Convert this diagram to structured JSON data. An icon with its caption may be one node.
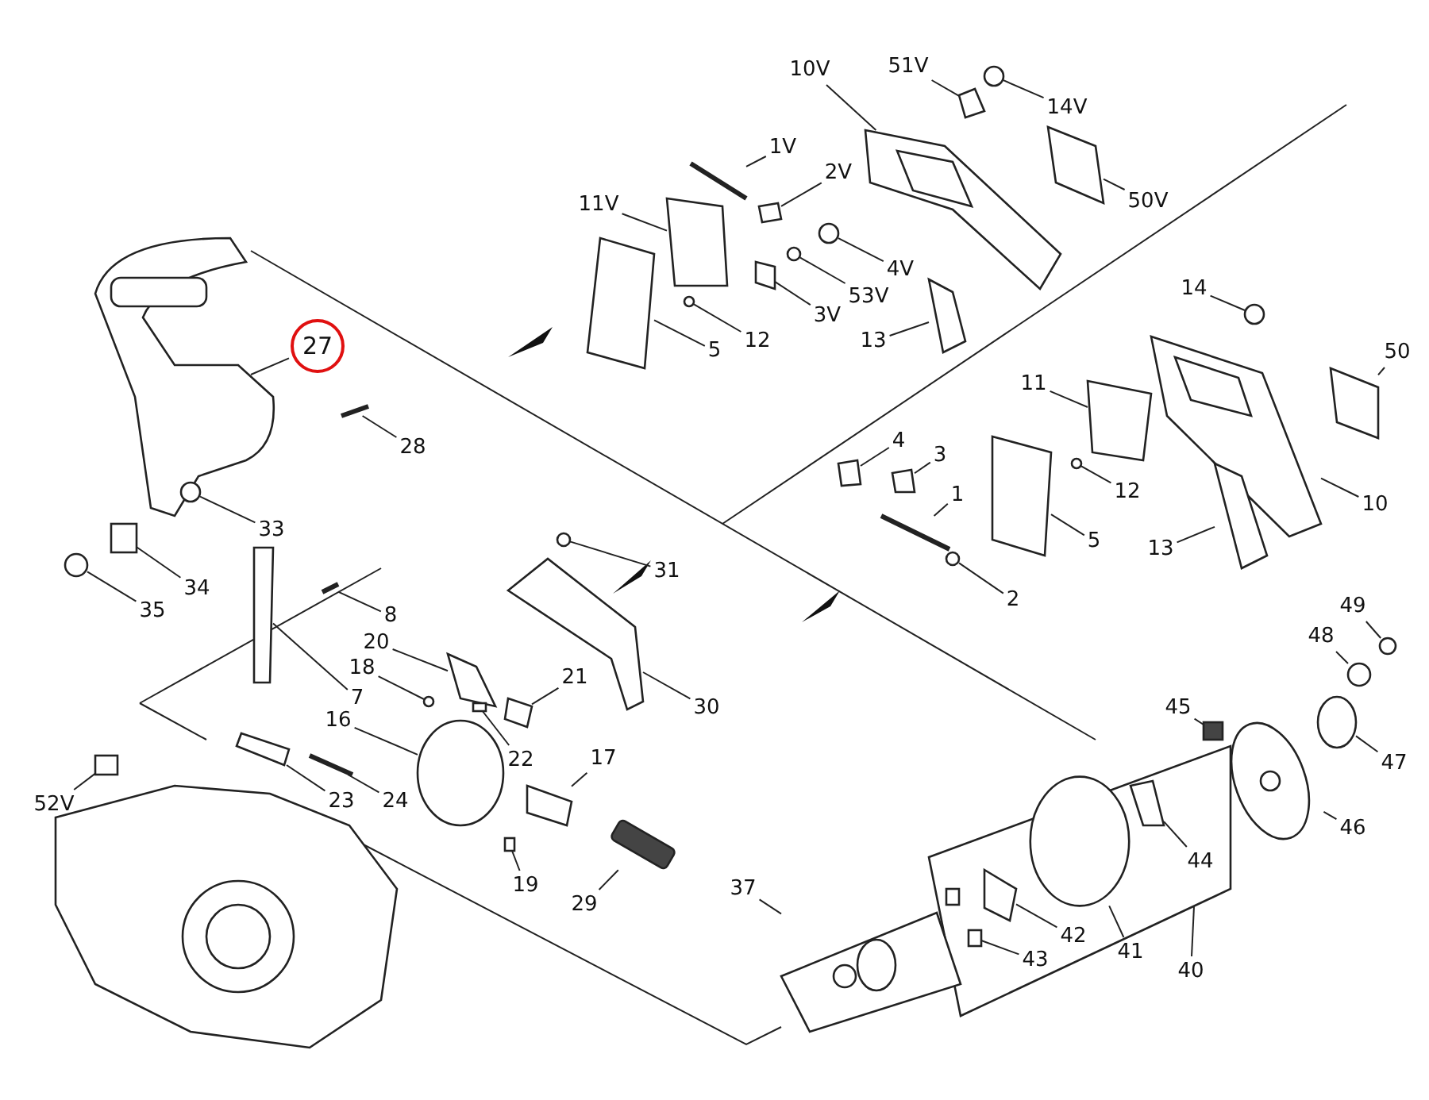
{
  "diagram": {
    "nodes": [
      {
        "text": [
          "51V"
        ]
      },
      {
        "text": [
          "10V"
        ]
      },
      {
        "text": [
          "14V"
        ]
      },
      {
        "text": [
          "1V"
        ]
      },
      {
        "text": [
          "2V"
        ]
      },
      {
        "text": [
          "50V"
        ]
      },
      {
        "text": [
          "11V"
        ]
      },
      {
        "text": [
          "4V"
        ]
      },
      {
        "text": [
          "53V"
        ]
      },
      {
        "text": [
          "3V"
        ]
      },
      {
        "text": [
          "12"
        ]
      },
      {
        "text": [
          "5"
        ]
      },
      {
        "text": [
          "13"
        ]
      },
      {
        "text": [
          "27"
        ]
      },
      {
        "text": [
          "28"
        ]
      },
      {
        "text": [
          "14"
        ]
      },
      {
        "text": [
          "50"
        ]
      },
      {
        "text": [
          "11"
        ]
      },
      {
        "text": [
          "4"
        ]
      },
      {
        "text": [
          "3"
        ]
      },
      {
        "text": [
          "1"
        ]
      },
      {
        "text": [
          "12"
        ]
      },
      {
        "text": [
          "10"
        ]
      },
      {
        "text": [
          "5"
        ]
      },
      {
        "text": [
          "13"
        ]
      },
      {
        "text": [
          "2"
        ]
      },
      {
        "text": [
          "33"
        ]
      },
      {
        "text": [
          "34"
        ]
      },
      {
        "text": [
          "35"
        ]
      },
      {
        "text": [
          "8"
        ]
      },
      {
        "text": [
          "31"
        ]
      },
      {
        "text": [
          "20"
        ]
      },
      {
        "text": [
          "18"
        ]
      },
      {
        "text": [
          "21"
        ]
      },
      {
        "text": [
          "7"
        ]
      },
      {
        "text": [
          "30"
        ]
      },
      {
        "text": [
          "16"
        ]
      },
      {
        "text": [
          "22"
        ]
      },
      {
        "text": [
          "17"
        ]
      },
      {
        "text": [
          "23"
        ]
      },
      {
        "text": [
          "24"
        ]
      },
      {
        "text": [
          "52V"
        ]
      },
      {
        "text": [
          "19"
        ]
      },
      {
        "text": [
          "29"
        ]
      },
      {
        "text": [
          "49"
        ]
      },
      {
        "text": [
          "48"
        ]
      },
      {
        "text": [
          "47"
        ]
      },
      {
        "text": [
          "46"
        ]
      },
      {
        "text": [
          "45"
        ]
      },
      {
        "text": [
          "44"
        ],
        "in": 108
      },
      {
        "text": [
          "41"
        ],
        "in": 108
      },
      {
        "text": [
          "42"
        ],
        "in": 108
      },
      {
        "text": [
          "43"
        ],
        "in": 108
      },
      {
        "text": [
          "40"
        ]
      },
      {
        "text": [
          "37"
        ]
      },
      {
        "text": [],
        "shape": "box"
      },
      {
        "text": [],
        "shape": "picture"
      },
      {
        "text": [],
        "shape": "circle"
      },
      {
        "text": [],
        "shape": "picture"
      },
      {
        "text": [],
        "shape": "box"
      },
      {
        "text": [],
        "shape": "box"
      },
      {
        "text": [],
        "shape": "box"
      },
      {
        "text": [],
        "shape": "circle"
      },
      {
        "text": [],
        "shape": "circle"
      },
      {
        "text": [],
        "shape": "box"
      },
      {
        "text": [],
        "shape": "circle"
      },
      {
        "text": [],
        "shape": "box"
      },
      {
        "text": [],
        "shape": "box"
      },
      {
        "text": [],
        "shape": "picture"
      },
      {
        "text": [],
        "shape": "picture"
      },
      {
        "text": [],
        "shape": "circle"
      },
      {
        "text": [],
        "shape": "box"
      },
      {
        "text": [],
        "shape": "box"
      },
      {
        "text": [],
        "shape": "box"
      },
      {
        "text": [],
        "shape": "box"
      },
      {
        "text": [],
        "shape": "picture"
      },
      {
        "text": [],
        "shape": "circle"
      },
      {
        "text": [],
        "shape": "picture"
      },
      {
        "text": [],
        "shape": "box"
      },
      {
        "text": [],
        "shape": "box"
      },
      {
        "text": [],
        "shape": "circle"
      },
      {
        "text": [],
        "shape": "circle"
      },
      {
        "text": [],
        "shape": "box"
      },
      {
        "text": [],
        "shape": "circle"
      },
      {
        "text": [],
        "shape": "picture"
      },
      {
        "text": [],
        "shape": "circle"
      },
      {
        "text": [],
        "shape": "box"
      },
      {
        "text": [],
        "shape": "circle"
      },
      {
        "text": [],
        "shape": "box"
      },
      {
        "text": [],
        "shape": "box"
      },
      {
        "text": [],
        "shape": "box"
      },
      {
        "text": [],
        "shape": "circle"
      },
      {
        "text": [],
        "shape": "box"
      },
      {
        "text": [],
        "shape": "box"
      },
      {
        "text": [],
        "shape": "box"
      },
      {
        "text": [],
        "shape": "picture"
      },
      {
        "text": [],
        "shape": "box"
      },
      {
        "text": [],
        "shape": "box"
      },
      {
        "text": [],
        "shape": "box"
      },
      {
        "text": [],
        "shape": "circle"
      },
      {
        "text": [],
        "shape": "circle"
      },
      {
        "text": [],
        "shape": "circle"
      },
      {
        "text": [],
        "shape": "picture"
      },
      {
        "text": [],
        "shape": "box"
      },
      {
        "text": [],
        "shape": "box",
        "in": 108
      },
      {
        "text": [],
        "shape": "circle",
        "in": 108
      },
      {
        "text": [],
        "shape": "box",
        "in": 108
      },
      {
        "text": [],
        "shape": "box",
        "in": 108
      },
      {
        "text": [],
        "shape": "box"
      },
      {
        "text": [],
        "shape": "picture"
      }
    ],
    "edges": [
      {
        "from": 0,
        "to": 55,
        "arrow": "none"
      },
      {
        "from": 1,
        "to": 56,
        "arrow": "none"
      },
      {
        "from": 2,
        "to": 57,
        "arrow": "none"
      },
      {
        "from": 3,
        "to": 58,
        "arrow": "none"
      },
      {
        "from": 4,
        "to": 59,
        "arrow": "none"
      },
      {
        "from": 5,
        "to": 60,
        "arrow": "none"
      },
      {
        "from": 6,
        "to": 61,
        "arrow": "none"
      },
      {
        "from": 7,
        "to": 62,
        "arrow": "none"
      },
      {
        "from": 8,
        "to": 63,
        "arrow": "none"
      },
      {
        "from": 9,
        "to": 64,
        "arrow": "none"
      },
      {
        "from": 10,
        "to": 65,
        "arrow": "none"
      },
      {
        "from": 11,
        "to": 66,
        "arrow": "none"
      },
      {
        "from": 12,
        "to": 67,
        "arrow": "none"
      },
      {
        "from": 13,
        "to": 68,
        "arrow": "none"
      },
      {
        "from": 14,
        "to": 69,
        "arrow": "none"
      },
      {
        "from": 15,
        "to": 70,
        "arrow": "none"
      },
      {
        "from": 16,
        "to": 71,
        "arrow": "none"
      },
      {
        "from": 17,
        "to": 72,
        "arrow": "none"
      },
      {
        "from": 18,
        "to": 73,
        "arrow": "none"
      },
      {
        "from": 19,
        "to": 74,
        "arrow": "none"
      },
      {
        "from": 20,
        "to": 75,
        "arrow": "none"
      },
      {
        "from": 21,
        "to": 76,
        "arrow": "none"
      },
      {
        "from": 22,
        "to": 77,
        "arrow": "none"
      },
      {
        "from": 23,
        "to": 78,
        "arrow": "none"
      },
      {
        "from": 24,
        "to": 79,
        "arrow": "none"
      },
      {
        "from": 25,
        "to": 80,
        "arrow": "none"
      },
      {
        "from": 26,
        "to": 81,
        "arrow": "none"
      },
      {
        "from": 27,
        "to": 82,
        "arrow": "none"
      },
      {
        "from": 28,
        "to": 83,
        "arrow": "none"
      },
      {
        "from": 29,
        "to": 84,
        "arrow": "none"
      },
      {
        "from": 30,
        "to": 85,
        "arrow": "none"
      },
      {
        "from": 31,
        "to": 86,
        "arrow": "none"
      },
      {
        "from": 32,
        "to": 87,
        "arrow": "none"
      },
      {
        "from": 33,
        "to": 88,
        "arrow": "none"
      },
      {
        "from": 34,
        "to": 89,
        "arrow": "none"
      },
      {
        "from": 35,
        "to": 90,
        "arrow": "none"
      },
      {
        "from": 36,
        "to": 91,
        "arrow": "none"
      },
      {
        "from": 37,
        "to": 92,
        "arrow": "none"
      },
      {
        "from": 38,
        "to": 93,
        "arrow": "none"
      },
      {
        "from": 39,
        "to": 94,
        "arrow": "none"
      },
      {
        "from": 40,
        "to": 95,
        "arrow": "none"
      },
      {
        "from": 41,
        "to": 96,
        "arrow": "none"
      },
      {
        "from": 42,
        "to": 97,
        "arrow": "none"
      },
      {
        "from": 43,
        "to": 98,
        "arrow": "none"
      },
      {
        "from": 44,
        "to": 99,
        "arrow": "none"
      },
      {
        "from": 45,
        "to": 100,
        "arrow": "none"
      },
      {
        "from": 46,
        "to": 101,
        "arrow": "none"
      },
      {
        "from": 47,
        "to": 102,
        "arrow": "none"
      },
      {
        "from": 48,
        "to": 103,
        "arrow": "none"
      },
      {
        "from": 49,
        "to": 104,
        "arrow": "none"
      },
      {
        "from": 50,
        "to": 105,
        "arrow": "none"
      },
      {
        "from": 51,
        "to": 106,
        "arrow": "none"
      },
      {
        "from": 52,
        "to": 107,
        "arrow": "none"
      },
      {
        "from": 53,
        "to": 108,
        "arrow": "none"
      },
      {
        "from": 54,
        "to": 109,
        "arrow": "none"
      }
    ]
  }
}
